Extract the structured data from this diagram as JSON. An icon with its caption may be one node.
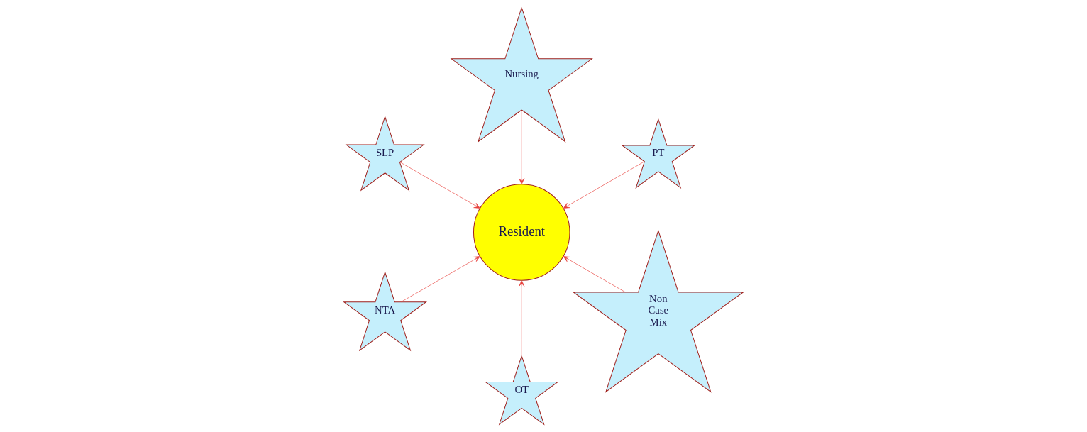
{
  "diagram": {
    "nodes": [
      {
        "text": [
          "PT"
        ]
      },
      {
        "text": [
          "Nursing"
        ]
      },
      {
        "text": [
          "SLP"
        ]
      },
      {
        "text": [
          "Resident"
        ]
      },
      {
        "text": [
          "NTA"
        ]
      },
      {
        "text": [
          "OT"
        ]
      },
      {
        "text": [
          "Non Case Mix"
        ]
      }
    ],
    "edges": [
      {
        "from": 0,
        "to": 3,
        "arrow": "to"
      },
      {
        "from": 1,
        "to": 3,
        "arrow": "to"
      },
      {
        "from": 2,
        "to": 3,
        "arrow": "to"
      },
      {
        "from": 4,
        "to": 3,
        "arrow": "to"
      },
      {
        "from": 5,
        "to": 3,
        "arrow": "to"
      },
      {
        "from": 6,
        "to": 3,
        "arrow": "to"
      }
    ]
  }
}
